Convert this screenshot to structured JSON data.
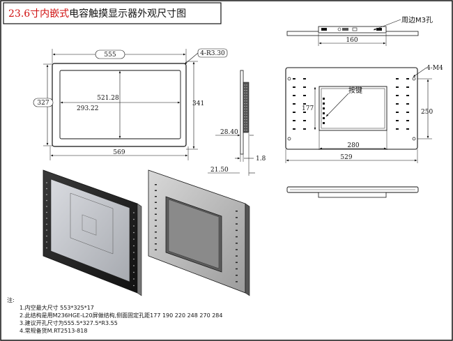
{
  "title": {
    "model_size": "23.6寸内嵌式",
    "rest": "电容触摸显示器外观尺寸图",
    "accent_color": "#d01010"
  },
  "front_view": {
    "outer_width": "555",
    "corner_callout": "4-R3.30",
    "outer_height": "327",
    "active_width": "521.28",
    "active_height": "293.22",
    "cutout_height": "341",
    "cutout_width": "569"
  },
  "side_view": {
    "depth": "28.40",
    "step": "1.8",
    "body_depth": "21.50"
  },
  "top_view": {
    "hole_callout": "周边M3孔",
    "bracket_width": "160"
  },
  "rear_view": {
    "hole_callout": "4-M4",
    "button_label": "按键",
    "panel_height": "177",
    "hole_pitch_v": "250",
    "panel_width": "280",
    "overall_width": "529"
  },
  "notes": {
    "heading": "注:",
    "items": [
      "1.内空最大尺寸 553*325*17",
      "2.此结构是用M236HGE-L20屏做结构,侧面固定孔距177 190 220 248  270 284",
      "3.建议开孔尺寸为555.5*327.5*R3.55",
      "4.常规备货M.RT2513-818"
    ]
  }
}
